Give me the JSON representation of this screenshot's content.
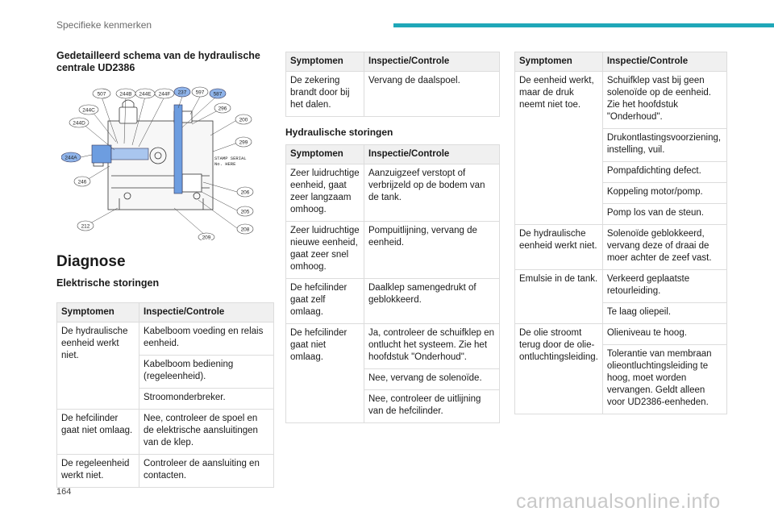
{
  "header": {
    "title": "Specifieke kenmerken",
    "accent_color": "#1fa7b8"
  },
  "diagram": {
    "heading": "Gedetailleerd schema van de hydraulische centrale UD2386",
    "callouts": [
      "507",
      "244B",
      "244E",
      "244F",
      "237",
      "597",
      "587",
      "244C",
      "296",
      "200",
      "244D",
      "299",
      "244A",
      "246",
      "206",
      "212",
      "205",
      "208",
      "209"
    ],
    "stamp_line1": "STAMP SERIAL",
    "stamp_line2": "No. HERE"
  },
  "diagnose_title": "Diagnose",
  "electrical": {
    "title": "Elektrische storingen",
    "col_symptom": "Symptomen",
    "col_check": "Inspectie/Controle",
    "rows": [
      {
        "symptom": "De hydraulische eenheid werkt niet.",
        "checks": [
          "Kabelboom voeding en relais eenheid.",
          "Kabelboom bediening (regeleenheid).",
          "Stroomonderbreker."
        ]
      },
      {
        "symptom": "De hefcilinder gaat niet omlaag.",
        "checks": [
          "Nee, controleer de spoel en de elektrische aansluitingen van de klep."
        ]
      },
      {
        "symptom": "De regeleenheid werkt niet.",
        "checks": [
          "Controleer de aansluiting en contacten."
        ]
      }
    ]
  },
  "col2_top": {
    "col_symptom": "Symptomen",
    "col_check": "Inspectie/Controle",
    "rows": [
      {
        "symptom": "De zekering brandt door bij het dalen.",
        "checks": [
          "Vervang de daalspoel."
        ]
      }
    ]
  },
  "hydraulic": {
    "title": "Hydraulische storingen",
    "col_symptom": "Symptomen",
    "col_check": "Inspectie/Controle",
    "rows": [
      {
        "symptom": "Zeer luidruchtige eenheid, gaat zeer langzaam omhoog.",
        "checks": [
          "Aanzuigzeef verstopt of verbrijzeld op de bodem van de tank."
        ]
      },
      {
        "symptom": "Zeer luidruchtige nieuwe eenheid, gaat zeer snel omhoog.",
        "checks": [
          "Pompuitlijning, vervang de eenheid."
        ]
      },
      {
        "symptom": "De hefcilinder gaat zelf omlaag.",
        "checks": [
          "Daalklep samengedrukt of geblokkeerd."
        ]
      },
      {
        "symptom": "De hefcilinder gaat niet omlaag.",
        "checks": [
          "Ja, controleer de schuifklep en ontlucht het systeem. Zie het hoofdstuk \"Onderhoud\".",
          "Nee, vervang de solenoïde.",
          "Nee, controleer de uitlijning van de hefcilinder."
        ]
      }
    ]
  },
  "col3": {
    "col_symptom": "Symptomen",
    "col_check": "Inspectie/Controle",
    "rows": [
      {
        "symptom": "De eenheid werkt, maar de druk neemt niet toe.",
        "checks": [
          "Schuifklep vast bij geen solenoïde op de eenheid. Zie het hoofdstuk \"Onderhoud\".",
          "Drukontlastingsvoorziening, instelling, vuil.",
          "Pompafdichting defect.",
          "Koppeling motor/pomp.",
          "Pomp los van de steun."
        ]
      },
      {
        "symptom": "De hydraulische eenheid werkt niet.",
        "checks": [
          "Solenoïde geblokkeerd, vervang deze of draai de moer achter de zeef vast."
        ]
      },
      {
        "symptom": "Emulsie in de tank.",
        "checks": [
          "Verkeerd geplaatste retourleiding.",
          "Te laag oliepeil."
        ]
      },
      {
        "symptom": "De olie stroomt terug door de olie-ontluchtingsleiding.",
        "checks": [
          "Olieniveau te hoog.",
          "Tolerantie van membraan olieontluchtingsleiding te hoog, moet worden vervangen. Geldt alleen voor UD2386-eenheden."
        ]
      }
    ]
  },
  "footer": {
    "page_number": "164",
    "watermark": "carmanualsonline.info"
  }
}
